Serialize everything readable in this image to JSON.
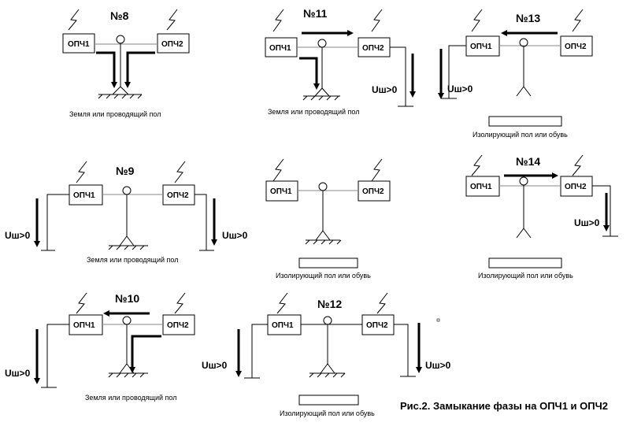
{
  "opch1": "ОПЧ1",
  "opch2": "ОПЧ2",
  "ush": "Uш>0",
  "earth_caption": "Земля или проводящий пол",
  "insulating_caption": "Изолирующий пол или обувь",
  "figure_caption": "Рис.2. Замыкание фазы на ОПЧ1 и ОПЧ2",
  "panels": {
    "p8": "№8",
    "p9": "№9",
    "p10": "№10",
    "p11": "№11",
    "p12": "№12",
    "p13": "№13",
    "p14": "№14"
  }
}
